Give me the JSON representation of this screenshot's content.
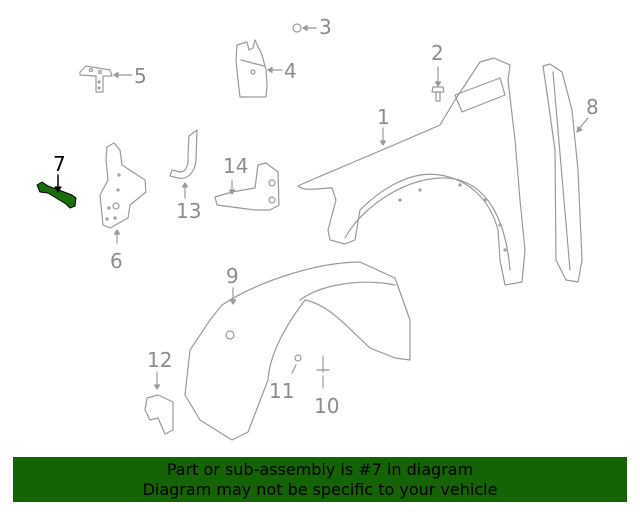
{
  "diagram": {
    "highlight_color": "#1a6e0a",
    "line_color": "#8c8c8c",
    "callouts": [
      {
        "id": "1",
        "label": "1"
      },
      {
        "id": "2",
        "label": "2"
      },
      {
        "id": "3",
        "label": "3"
      },
      {
        "id": "4",
        "label": "4"
      },
      {
        "id": "5",
        "label": "5"
      },
      {
        "id": "6",
        "label": "6"
      },
      {
        "id": "7",
        "label": "7",
        "highlighted": true
      },
      {
        "id": "8",
        "label": "8"
      },
      {
        "id": "9",
        "label": "9"
      },
      {
        "id": "10",
        "label": "10"
      },
      {
        "id": "11",
        "label": "11"
      },
      {
        "id": "12",
        "label": "12"
      },
      {
        "id": "13",
        "label": "13"
      },
      {
        "id": "14",
        "label": "14"
      }
    ]
  },
  "banner": {
    "line1": "Part or sub-assembly is #7 in diagram",
    "line2": "Diagram may not be specific to your vehicle",
    "background": "#146305"
  }
}
